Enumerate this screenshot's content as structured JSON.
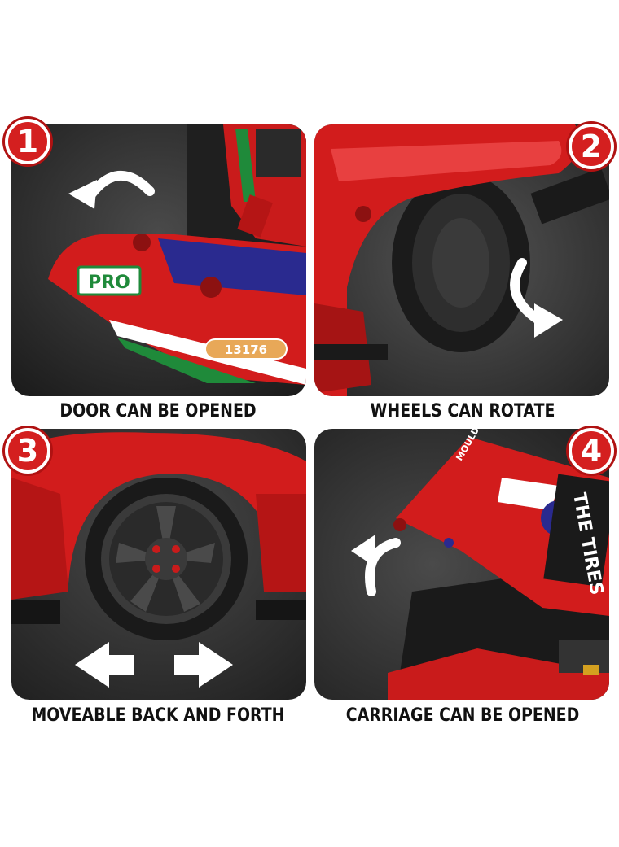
{
  "panels": [
    {
      "number": "1",
      "caption": "DOOR CAN BE OPENED",
      "labels": [
        "PRO",
        "13176"
      ]
    },
    {
      "number": "2",
      "caption": "WHEELS CAN ROTATE"
    },
    {
      "number": "3",
      "caption": "MOVEABLE BACK AND FORTH"
    },
    {
      "number": "4",
      "caption": "CARRIAGE CAN BE OPENED",
      "labels": [
        "MOULD KING",
        "THE TIRES"
      ]
    }
  ],
  "colors": {
    "badge": "#d41f1f",
    "body_red": "#d21c1c",
    "background": "#262626"
  }
}
